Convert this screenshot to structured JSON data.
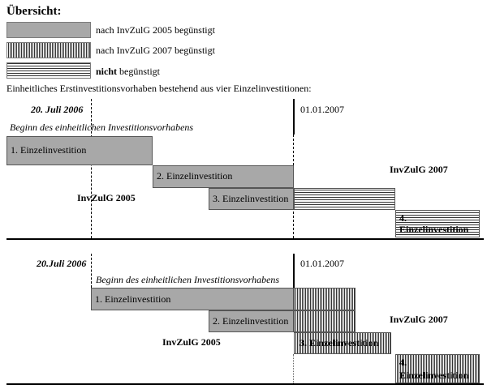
{
  "legend": {
    "title": "Übersicht:",
    "items": [
      {
        "label": "nach InvZulG 2005 begünstigt",
        "pattern": "grey"
      },
      {
        "label": "nach InvZulG 2007 begünstigt",
        "pattern": "vertical-lines"
      },
      {
        "label_bold": "nicht",
        "label_rest": " begünstigt",
        "pattern": "horizontal-lines"
      }
    ]
  },
  "description": "Einheitliches Erstinvestitionsvorhaben bestehend aus vier Einzelinvestitionen:",
  "colors": {
    "grey": "#a8a8a8",
    "line": "#000000"
  },
  "diagram1": {
    "start_date": "20. Juli 2006",
    "cutoff_date": "01.01.2007",
    "begin_label": "Beginn des einheitlichen Investitionsvorhabens",
    "law_2005": "InvZulG 2005",
    "law_2007": "InvZulG 2007",
    "inv1": "1. Einzelinvestition",
    "inv2": "2. Einzelinvestition",
    "inv3": "3. Einzelinvestition",
    "inv4_num": "4.",
    "inv4_text": "Einzelinvestition"
  },
  "diagram2": {
    "start_date": "20.Juli 2006",
    "cutoff_date": "01.01.2007",
    "begin_label": "Beginn des einheitlichen Investitionsvorhabens",
    "law_2005": "InvZulG 2005",
    "law_2007": "InvZulG 2007",
    "inv1": "1. Einzelinvestition",
    "inv2": "2. Einzelinvestition",
    "inv3": "3. Einzelinvestition",
    "inv4_num": "4.",
    "inv4_text": "Einzelinvestition"
  }
}
